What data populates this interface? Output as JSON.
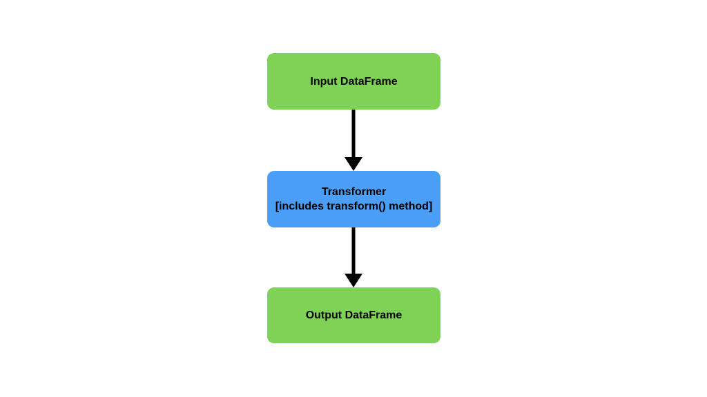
{
  "diagram": {
    "background_color": "#ffffff",
    "text_color": "#000000",
    "nodes": {
      "input": {
        "label": "Input DataFrame",
        "color": "#7ED256"
      },
      "transformer": {
        "label_line1": "Transformer",
        "label_line2": "[includes transform() method]",
        "color": "#4A9EF5"
      },
      "output": {
        "label": "Output DataFrame",
        "color": "#7ED256"
      }
    },
    "arrows": {
      "color": "#000000"
    }
  }
}
